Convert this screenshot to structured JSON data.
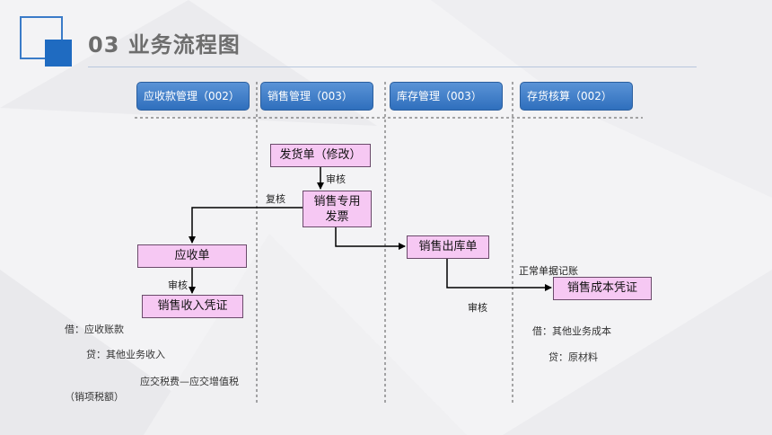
{
  "title": "03  业务流程图",
  "lanes": [
    "应收款管理（002）",
    "销售管理（003）",
    "库存管理（003）",
    "存货核算（002）"
  ],
  "boxes": {
    "fahuodan": "发货单（修改）",
    "xiaoshou_fapiao_1": "销售专用",
    "xiaoshou_fapiao_2": "发票",
    "yingshoudan": "应收单",
    "shouru_pingzheng": "销售收入凭证",
    "chuku": "销售出库单",
    "chengben_pingzheng": "销售成本凭证"
  },
  "edge_labels": {
    "shenhe_1": "审核",
    "fuhe": "复核",
    "shenhe_2": "审核",
    "shenhe_3": "审核",
    "jizhang": "正常单据记账"
  },
  "notes": {
    "income_debit": "借：应收账款",
    "income_credit": "贷：其他业务收入",
    "tax": "应交税费—应交增值税",
    "tax_sub": "（销项税额）",
    "cost_debit": "借：其他业务成本",
    "cost_credit": "贷：原材料"
  },
  "colors": {
    "lane": "#2f6fbd",
    "box": "#f6c8f3",
    "accent": "#1f6bc1"
  }
}
